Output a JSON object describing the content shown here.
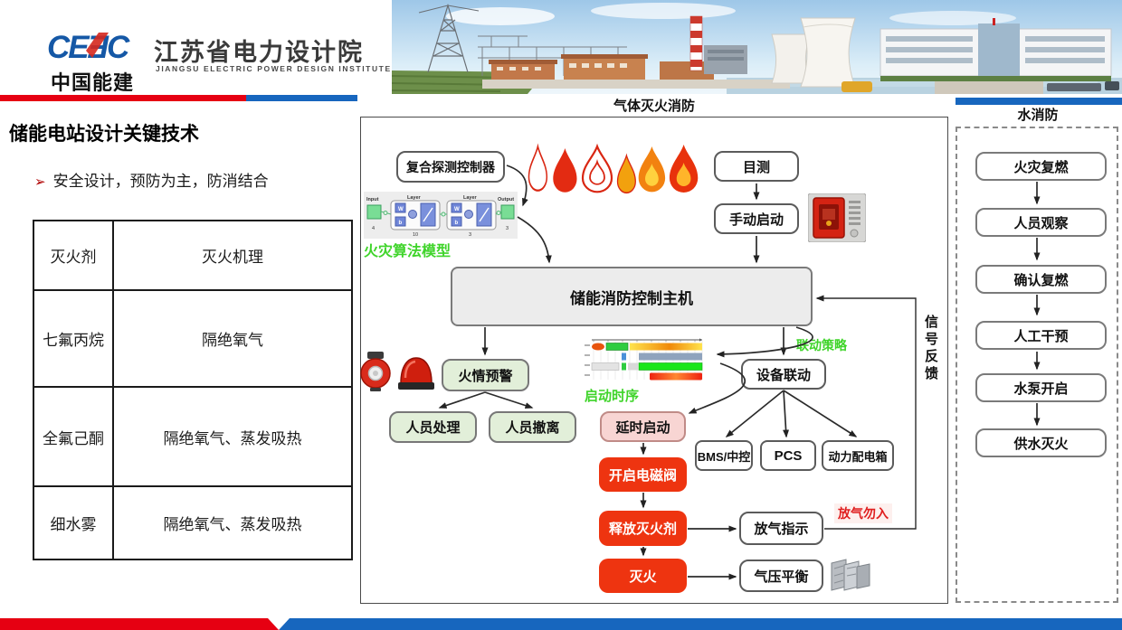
{
  "header": {
    "logo_acronym": "CEƎC",
    "logo_cn": "中国能建",
    "org_cn": "江苏省电力设计院",
    "org_en": "JIANGSU ELECTRIC POWER DESIGN INSTITUTE"
  },
  "left_panel": {
    "title": "储能电站设计关键技术",
    "bullet_marker": "➢",
    "bullet": "安全设计，预防为主，防消结合",
    "table": {
      "headers": [
        "灭火剂",
        "灭火机理"
      ],
      "rows": [
        {
          "agent": "七氟丙烷",
          "mechanism": "隔绝氧气"
        },
        {
          "agent": "全氟己酮",
          "mechanism": "隔绝氧气、蒸发吸热"
        },
        {
          "agent": "细水雾",
          "mechanism": "隔绝氧气、蒸发吸热"
        }
      ]
    }
  },
  "gas_section": {
    "title": "气体灭火消防",
    "nodes": {
      "detector": "复合探测控制器",
      "visual": "目测",
      "manual_start": "手动启动",
      "main_controller": "储能消防控制主机",
      "fire_warning": "火情预警",
      "personnel_handle": "人员处理",
      "personnel_evacuate": "人员撤离",
      "delay_start": "延时启动",
      "linkage": "设备联动",
      "bms": "BMS/中控",
      "pcs": "PCS",
      "power_box": "动力配电箱",
      "open_valve": "开启电磁阀",
      "release_agent": "释放灭火剂",
      "gas_indicator": "放气指示",
      "extinguish": "灭火",
      "pressure_balance": "气压平衡"
    },
    "labels": {
      "algorithm_model": "火灾算法模型",
      "start_sequence": "启动时序",
      "linkage_strategy": "联动策略",
      "signal_feedback": "信号反馈",
      "no_entry_warning": "放气勿入"
    },
    "nn_figure": {
      "input_label": "Input",
      "layer1_label": "Layer",
      "layer2_label": "Layer",
      "output_label": "Output",
      "w_label": "W",
      "b_label": "b",
      "input_n": "4",
      "hidden1_n": "10",
      "hidden2_n": "3",
      "output_n": "3"
    }
  },
  "water_section": {
    "title": "水消防",
    "steps": [
      "火灾复燃",
      "人员观察",
      "确认复燃",
      "人工干预",
      "水泵开启",
      "供水灭火"
    ]
  },
  "colors": {
    "brand_red": "#e60012",
    "brand_blue": "#1766be",
    "accent_green": "#3fd42a",
    "action_red": "#ee3410",
    "soft_green": "#e2efd9",
    "soft_pink": "#f8d5d3"
  }
}
